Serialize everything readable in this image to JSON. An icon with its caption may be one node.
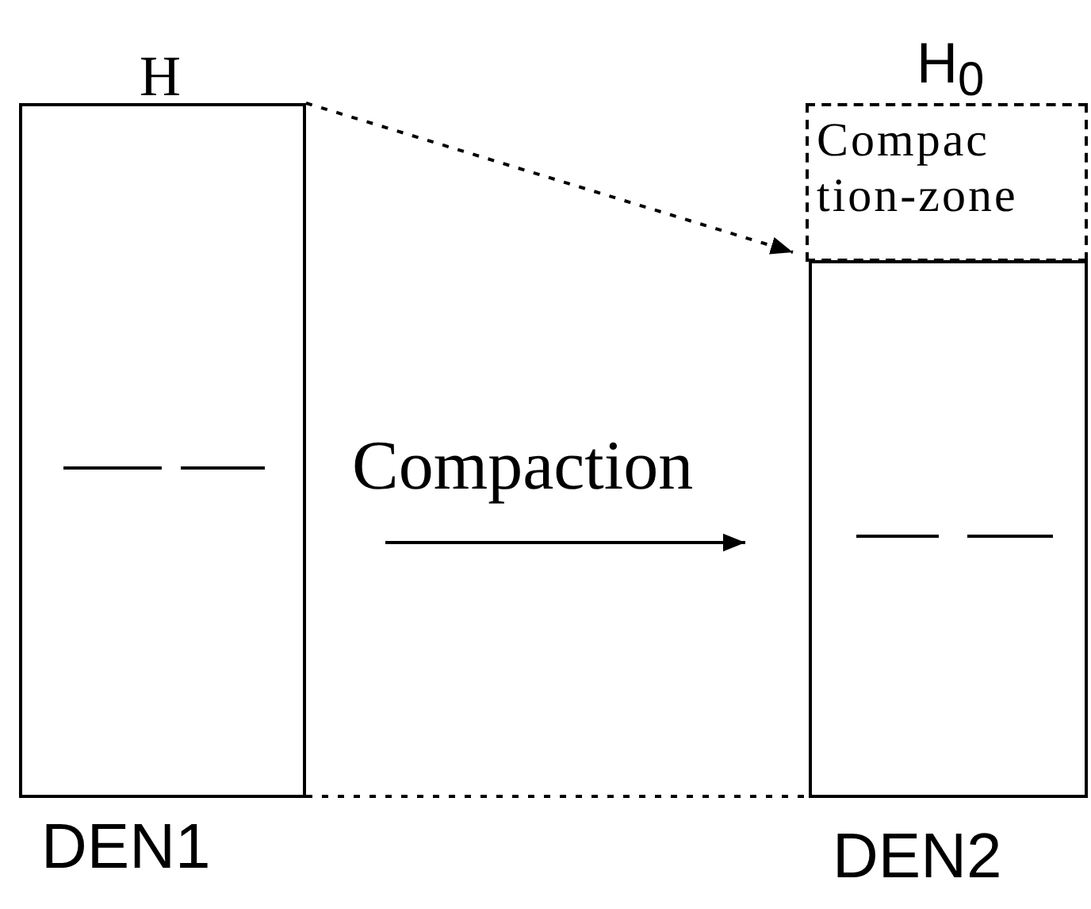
{
  "diagram": {
    "nodes": [
      {
        "text": [
          "H"
        ],
        "beside": [
          "DEN1"
        ]
      },
      {
        "text": [
          "H$_{0}$",
          "Compac tion-zone"
        ]
      },
      {
        "text": [],
        "shape": "box",
        "beside": [
          "DEN2"
        ]
      }
    ],
    "edges": [
      {
        "from": 0,
        "to": 1,
        "arrow": "to",
        "style": "dashed"
      },
      {
        "from": 0,
        "to": 2,
        "arrow": "to",
        "label": "Compaction"
      },
      {
        "from": 0,
        "to": 2,
        "arrow": "none",
        "style": "dashed"
      }
    ]
  }
}
